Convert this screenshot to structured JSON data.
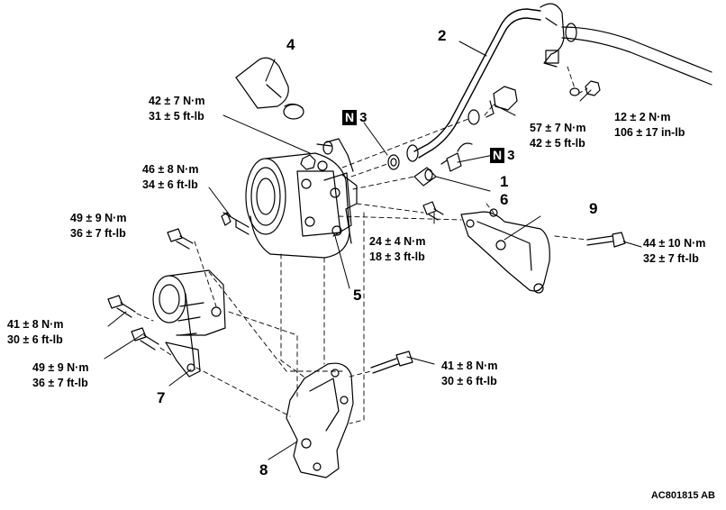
{
  "diagram": {
    "part_numbers": {
      "p1": "1",
      "p2": "2",
      "p3a": "3",
      "p3b": "3",
      "p4": "4",
      "p5": "5",
      "p6": "6",
      "p7": "7",
      "p8": "8",
      "p9": "9"
    },
    "badge_letter": "N",
    "torques": {
      "t_compressor_top": {
        "line1": "42 ± 7 N·m",
        "line2": "31 ± 5 ft-lb"
      },
      "t_compressor_left": {
        "line1": "46 ± 8 N·m",
        "line2": "34 ± 6 ft-lb"
      },
      "t_bracket_top": {
        "line1": "49 ± 9 N·m",
        "line2": "36 ± 7 ft-lb"
      },
      "t_tensioner_left": {
        "line1": "41 ± 8 N·m",
        "line2": "30 ± 6 ft-lb"
      },
      "t_tensioner_bottom": {
        "line1": "49 ± 9 N·m",
        "line2": "36 ± 7 ft-lb"
      },
      "t_pipe_bolt": {
        "line1": "57 ± 7 N·m",
        "line2": "42 ± 5 ft-lb"
      },
      "t_clamp_nut": {
        "line1": "12 ± 2 N·m",
        "line2": "106 ± 17 in-lb"
      },
      "t_sensor_bolt": {
        "line1": "24 ± 4 N·m",
        "line2": "18 ± 3 ft-lb"
      },
      "t_bracket9_bolt": {
        "line1": "44 ± 10 N·m",
        "line2": "32 ± 7 ft-lb"
      },
      "t_bracket8_bolt": {
        "line1": "41 ± 8 N·m",
        "line2": "30 ± 6 ft-lb"
      }
    },
    "reference_code": "AC801815 AB"
  }
}
